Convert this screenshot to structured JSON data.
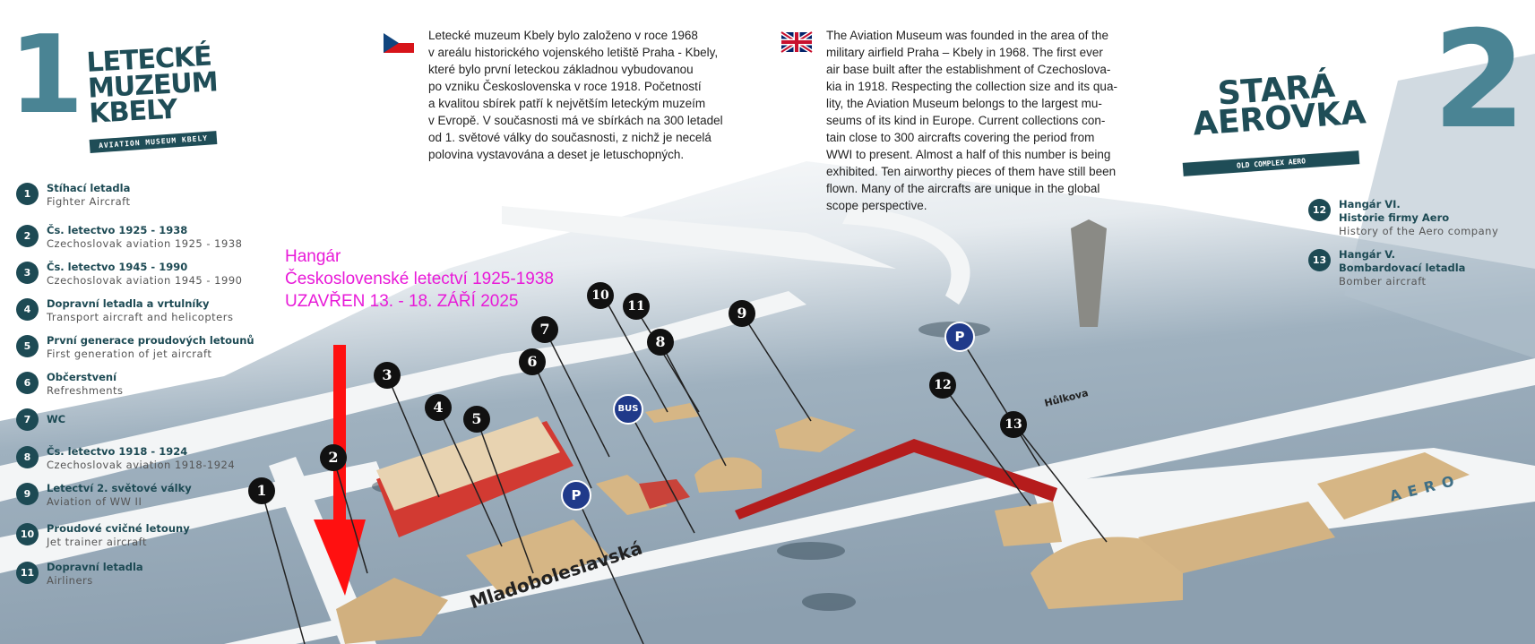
{
  "logo_left": {
    "number": "1",
    "title_lines": [
      "LETECKÉ",
      "MUZEUM",
      "KBELY"
    ],
    "subtitle": "AVIATION MUSEUM KBELY"
  },
  "logo_right": {
    "number": "2",
    "title_lines": [
      "STARÁ",
      "AEROVKA"
    ],
    "subtitle": "OLD COMPLEX AERO"
  },
  "intro_cz": "Letecké muzeum Kbely bylo založeno v roce 1968\nv areálu historického vojenského letiště Praha - Kbely,\nkteré bylo první leteckou základnou vybudovanou\npo vzniku Československa v roce 1918. Početností\na kvalitou sbírek patří k největším leteckým muzeím\nv Evropě. V současnosti má ve sbírkách na 300 letadel\nod 1. světové války do současnosti, z nichž je necelá\npolovina vystavována a deset je letuschopných.",
  "intro_en": "The Aviation Museum was founded in the area of the\nmilitary airfield Praha – Kbely in 1968. The  first ever\nair base built after the establishment of Czechoslova-\nkia in 1918. Respecting the collection size and its qua-\nlity, the Aviation Museum belongs to the largest mu-\nseums of its kind in Europe. Current collections con-\ntain close to 300 aircrafts covering the period from\nWWI to present. Almost a half of this number is being\nexhibited. Ten airworthy pieces of them have still been\nflown. Many of the aircrafts are unique in the global\nscope perspective.",
  "legend_left": [
    {
      "n": "1",
      "cz": "Stíhací letadla",
      "en": "Fighter Aircraft"
    },
    {
      "n": "2",
      "cz": "Čs. letectvo 1925 - 1938",
      "en": "Czechoslovak aviation 1925 - 1938"
    },
    {
      "n": "3",
      "cz": "Čs. letectvo 1945 - 1990",
      "en": "Czechoslovak aviation 1945 - 1990"
    },
    {
      "n": "4",
      "cz": "Dopravní letadla a vrtulníky",
      "en": "Transport aircraft and helicopters"
    },
    {
      "n": "5",
      "cz": "První generace proudových letounů",
      "en": "First generation of jet aircraft"
    },
    {
      "n": "6",
      "cz": "Občerstvení",
      "en": "Refreshments"
    },
    {
      "n": "7",
      "cz": "WC",
      "en": ""
    },
    {
      "n": "8",
      "cz": "Čs. letectvo 1918 - 1924",
      "en": "Czechoslovak aviation 1918-1924"
    },
    {
      "n": "9",
      "cz": "Letectví 2. světové války",
      "en": "Aviation of WW II"
    },
    {
      "n": "10",
      "cz": "Proudové cvičné letouny",
      "en": "Jet trainer aircraft"
    },
    {
      "n": "11",
      "cz": "Dopravní letadla",
      "en": "Airliners"
    }
  ],
  "legend_right": [
    {
      "n": "12",
      "cz": "Hangár VI.",
      "cz2": "Historie firmy Aero",
      "en": "History of the Aero company"
    },
    {
      "n": "13",
      "cz": "Hangár V.",
      "cz2": "Bombardovací letadla",
      "en": "Bomber aircraft"
    }
  ],
  "annotation": {
    "lines": [
      "Hangár",
      "Československé letectví 1925-1938",
      "UZAVŘEN 13. - 18. ZÁŘÍ 2025"
    ],
    "color": "#e81ad8",
    "arrow_color": "#ff1010"
  },
  "map": {
    "pins": [
      "1",
      "2",
      "3",
      "4",
      "5",
      "6",
      "7",
      "8",
      "9",
      "10",
      "11",
      "12",
      "13"
    ],
    "parking_label": "P",
    "bus_label": "BUS",
    "streets": {
      "main": "Mladoboleslavská",
      "side": "Hůlkova"
    },
    "building_label": "AERO"
  },
  "colors": {
    "ground": "#93a6b6",
    "road": "#f2f4f5",
    "building": "#d6b685",
    "red_building": "#d23a32",
    "route": "#b51c1c",
    "teal": "#1d4a54"
  }
}
